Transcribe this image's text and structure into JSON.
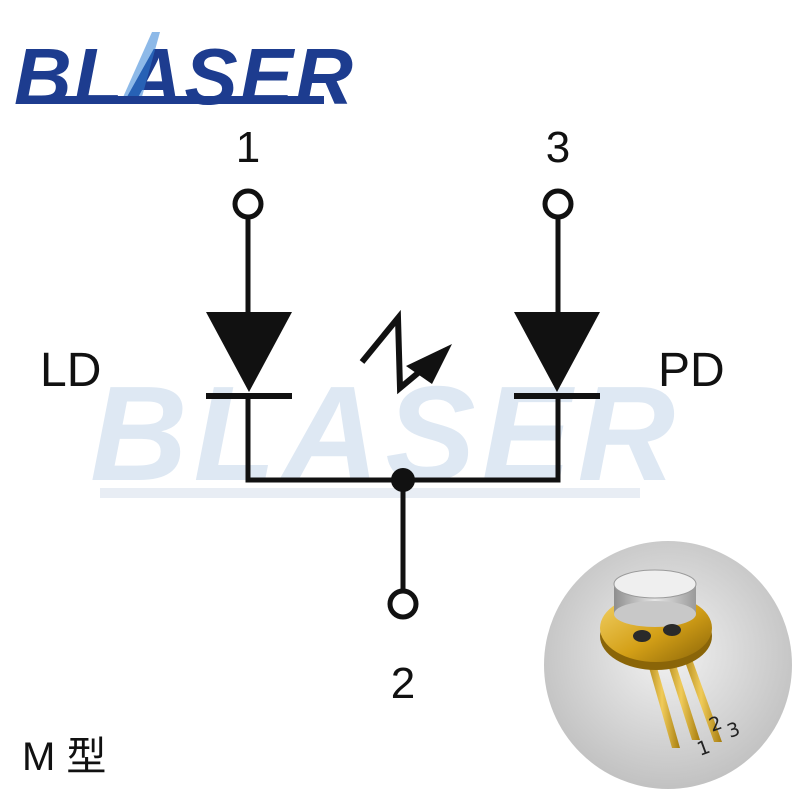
{
  "brand": {
    "logo_text": "BLASER"
  },
  "watermark": {
    "text": "BLASER"
  },
  "pins": [
    {
      "number": "1"
    },
    {
      "number": "2"
    },
    {
      "number": "3"
    }
  ],
  "components": {
    "laser_diode_label": "LD",
    "photodiode_label": "PD"
  },
  "model_label": "M 型",
  "photo": {
    "pin_labels": [
      "1",
      "2",
      "3"
    ]
  },
  "colors": {
    "logo_blue": "#1d3c8f",
    "logo_accent": "#2f7fd6",
    "watermark": "#dbe6f2",
    "line": "#111111",
    "gold": "#d4a017"
  }
}
